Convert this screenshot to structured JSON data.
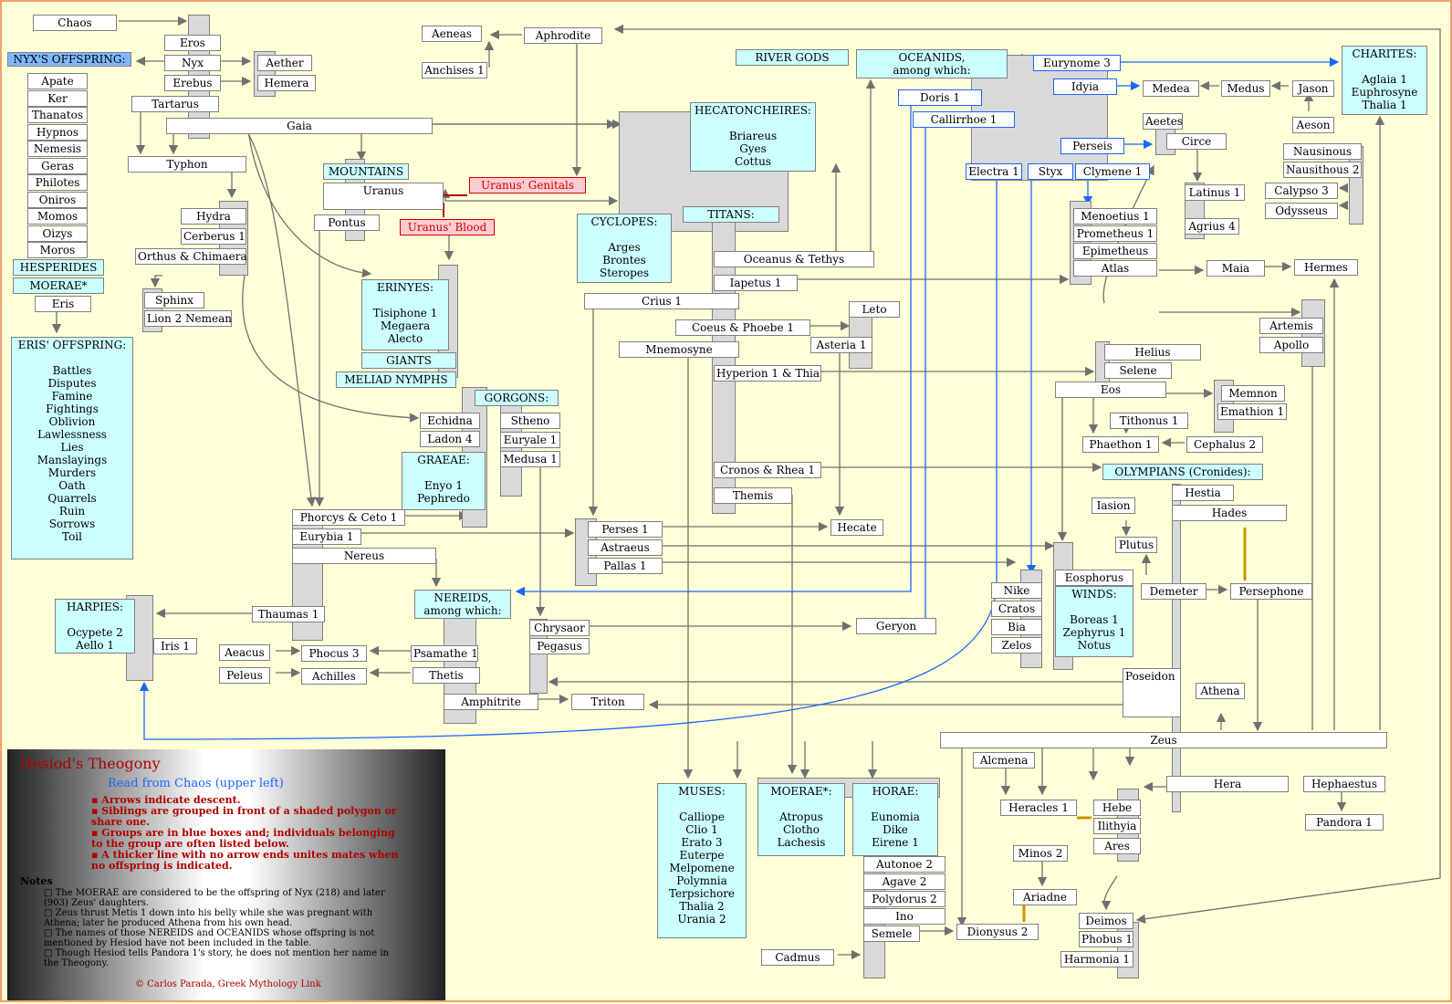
{
  "nodes": {
    "chaos": "Chaos",
    "eros": "Eros",
    "nyx": "Nyx",
    "erebus": "Erebus",
    "tartarus": "Tartarus",
    "gaia": "Gaia",
    "aether": "Aether",
    "hemera": "Hemera",
    "typhon": "Typhon",
    "uranus": "Uranus",
    "pontus": "Pontus",
    "uranus_genitals": "Uranus' Genitals",
    "uranus_blood": "Uranus' Blood",
    "aeneas": "Aeneas",
    "anchises": "Anchises 1",
    "aphrodite": "Aphrodite",
    "hydra": "Hydra",
    "cerberus": "Cerberus 1",
    "orthus": "Orthus & Chimaera",
    "sphinx": "Sphinx",
    "lion": "Lion 2 Nemean",
    "eris": "Eris",
    "echidna": "Echidna",
    "ladon": "Ladon 4",
    "stheno": "Stheno",
    "euryale": "Euryale 1",
    "medusa": "Medusa 1",
    "phorcys": "Phorcys & Ceto 1",
    "eurybia": "Eurybia 1",
    "nereus": "Nereus",
    "thaumas": "Thaumas 1",
    "iris": "Iris 1",
    "aeacus": "Aeacus",
    "phocus": "Phocus 3",
    "psamathe": "Psamathe 1",
    "peleus": "Peleus",
    "achilles": "Achilles",
    "thetis": "Thetis",
    "amphitrite": "Amphitrite",
    "triton": "Triton",
    "chrysaor": "Chrysaor",
    "pegasus": "Pegasus",
    "geryon": "Geryon",
    "oceanus": "Oceanus & Tethys",
    "iapetus": "Iapetus 1",
    "crius": "Crius 1",
    "coeus": "Coeus & Phoebe 1",
    "mnemosyne": "Mnemosyne",
    "hyperion": "Hyperion 1 & Thia",
    "cronos": "Cronos & Rhea 1",
    "themis": "Themis",
    "perses": "Perses 1",
    "astraeus": "Astraeus",
    "pallas": "Pallas 1",
    "hecate": "Hecate",
    "leto": "Leto",
    "asteria": "Asteria 1",
    "artemis": "Artemis",
    "apollo": "Apollo",
    "eurynome": "Eurynome 3",
    "doris": "Doris 1",
    "callirrhoe": "Callirrhoe 1",
    "idyia": "Idyia",
    "perseis": "Perseis",
    "electra": "Electra 1",
    "styx": "Styx",
    "clymene": "Clymene 1",
    "medea": "Medea",
    "medus": "Medus",
    "jason": "Jason",
    "aeson": "Aeson",
    "aeetes": "Aeetes",
    "circe": "Circe",
    "nausinous": "Nausinous",
    "nausithous": "Nausithous 2",
    "calypso": "Calypso 3",
    "odysseus": "Odysseus",
    "latinus": "Latinus 1",
    "agrius": "Agrius 4",
    "menoetius": "Menoetius 1",
    "prometheus": "Prometheus 1",
    "epimetheus": "Epimetheus",
    "atlas": "Atlas",
    "maia": "Maia",
    "hermes": "Hermes",
    "helius": "Helius",
    "selene": "Selene",
    "eos": "Eos",
    "memnon": "Memnon",
    "emathion": "Emathion 1",
    "tithonus": "Tithonus 1",
    "phaethon": "Phaethon 1",
    "cephalus": "Cephalus 2",
    "hestia": "Hestia",
    "hades": "Hades",
    "iasion": "Iasion",
    "plutus": "Plutus",
    "demeter": "Demeter",
    "persephone": "Persephone",
    "nike": "Nike",
    "cratos": "Cratos",
    "bia": "Bia",
    "zelos": "Zelos",
    "eosphorus": "Eosphorus",
    "poseidon": "Poseidon",
    "athena": "Athena",
    "zeus": "Zeus",
    "alcmena": "Alcmena",
    "heracles": "Heracles 1",
    "hebe": "Hebe",
    "ilithyia": "Ilithyia",
    "ares": "Ares",
    "hera": "Hera",
    "hephaestus": "Hephaestus",
    "pandora": "Pandora 1",
    "minos": "Minos 2",
    "ariadne": "Ariadne",
    "dionysus": "Dionysus 2",
    "autonoe": "Autonoe 2",
    "agave": "Agave 2",
    "polydorus": "Polydorus 2",
    "ino": "Ino",
    "semele": "Semele",
    "cadmus": "Cadmus",
    "deimos": "Deimos",
    "phobus": "Phobus 1",
    "harmonia": "Harmonia 1"
  },
  "groups": {
    "nyx_offspring": {
      "title": "NYX'S OFFSPRING:",
      "members": [
        "Apate",
        "Ker",
        "Thanatos",
        "Hypnos",
        "Nemesis",
        "Geras",
        "Philotes",
        "Oniros",
        "Momos",
        "Oizys",
        "Moros"
      ]
    },
    "hesperides": {
      "title": "HESPERIDES"
    },
    "moerae_nyx": {
      "title": "MOERAE*"
    },
    "eris_offspring": {
      "title": "ERIS' OFFSPRING:",
      "members": [
        "Battles",
        "Disputes",
        "Famine",
        "Fightings",
        "Oblivion",
        "Lawlessness",
        "Lies",
        "Manslayings",
        "Murders",
        "Oath",
        "Quarrels",
        "Ruin",
        "Sorrows",
        "Toil"
      ]
    },
    "mountains": {
      "title": "MOUNTAINS"
    },
    "erinyes": {
      "title": "ERINYES:",
      "members": [
        "Tisiphone 1",
        "Megaera",
        "Alecto"
      ]
    },
    "giants": {
      "title": "GIANTS"
    },
    "meliad": {
      "title": "MELIAD NYMPHS"
    },
    "gorgons": {
      "title": "GORGONS:"
    },
    "graeae": {
      "title": "GRAEAE:",
      "members": [
        "Enyo 1",
        "Pephredo"
      ]
    },
    "harpies": {
      "title": "HARPIES:",
      "members": [
        "Ocypete 2",
        "Aello 1"
      ]
    },
    "nereids": {
      "title": "NEREIDS,",
      "subtitle": "among which:"
    },
    "river_gods": {
      "title": "RIVER GODS"
    },
    "oceanids": {
      "title": "OCEANIDS,",
      "subtitle": "among which:"
    },
    "hecatoncheires": {
      "title": "HECATONCHEIRES:",
      "members": [
        "Briareus",
        "Gyes",
        "Cottus"
      ]
    },
    "cyclopes": {
      "title": "CYCLOPES:",
      "members": [
        "Arges",
        "Brontes",
        "Steropes"
      ]
    },
    "titans": {
      "title": "TITANS:"
    },
    "charites": {
      "title": "CHARITES:",
      "members": [
        "Aglaia 1",
        "Euphrosyne",
        "Thalia 1"
      ]
    },
    "olympians": {
      "title": "OLYMPIANS (Cronides):"
    },
    "winds": {
      "title": "WINDS:",
      "members": [
        "Boreas 1",
        "Zephyrus 1",
        "Notus"
      ]
    },
    "muses": {
      "title": "MUSES:",
      "members": [
        "Calliope",
        "Clio 1",
        "Erato 3",
        "Euterpe",
        "Melpomene",
        "Polymnia",
        "Terpsichore",
        "Thalia 2",
        "Urania 2"
      ]
    },
    "moerae_zeus": {
      "title": "MOERAE*:",
      "members": [
        "Atropus",
        "Clotho",
        "Lachesis"
      ]
    },
    "horae": {
      "title": "HORAE:",
      "members": [
        "Eunomia",
        "Dike",
        "Eirene 1"
      ]
    }
  },
  "legend": {
    "title": "Hesiod's Theogony",
    "subtitle": "Read from Chaos (upper left)",
    "rules": [
      "Arrows indicate descent.",
      "Siblings are grouped in front of a shaded polygon or share one.",
      "Groups are in blue boxes and; individuals belonging to the group are often listed below.",
      "A thicker line with no arrow ends unites mates when no offspring is indicated."
    ],
    "notes_heading": "Notes",
    "notes": [
      "The MOERAE are considered to be the offspring of Nyx (218) and later (903) Zeus' daughters.",
      "Zeus thrust Metis 1 down into his belly while she was pregnant with Athena; later he produced Athena from his own head.",
      "The names of those NEREIDS and OCEANIDS whose offspring is not mentioned by Hesiod have not been included in the table.",
      "Though Hesiod tells Pandora 1's story, he does not mention her name in the Theogony."
    ],
    "copyright": "© Carlos Parada, Greek Mythology Link"
  },
  "colors": {
    "background": "#ffffd8",
    "group_fill": "#ccffff",
    "shade": "#d9d9d9",
    "arrow_gray": "#707070",
    "arrow_blue": "#1a66ff",
    "mate_line": "#c89600",
    "red_text": "#cc0000"
  }
}
